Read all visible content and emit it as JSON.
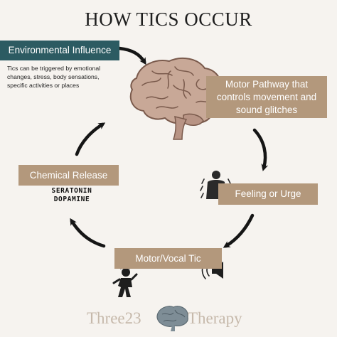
{
  "title": "HOW TICS OCCUR",
  "nodes": {
    "environmental": {
      "label": "Environmental Influence",
      "description": "Tics can be triggered by emotional changes, stress, body sensations, specific activities or places"
    },
    "motor_pathway": {
      "label": "Motor Pathway that controls movement and sound glitches"
    },
    "feeling": {
      "label": "Feeling or Urge"
    },
    "motor_vocal": {
      "label": "Motor/Vocal Tic"
    },
    "chemical": {
      "label": "Chemical Release",
      "chemicals": [
        "SERATONIN",
        "DOPAMINE"
      ]
    }
  },
  "icons": [
    "brain-icon",
    "anxious-person-icon",
    "tic-person-icon",
    "speaker-sound-icon",
    "brand-brain-icon"
  ],
  "brand": {
    "left": "Three23",
    "right": "Therapy"
  },
  "colors": {
    "teal": "#2c5b62",
    "tan": "#b3987c",
    "background": "#f6f3ef",
    "brand_text": "#c6b9ab",
    "arrow": "#151515"
  }
}
